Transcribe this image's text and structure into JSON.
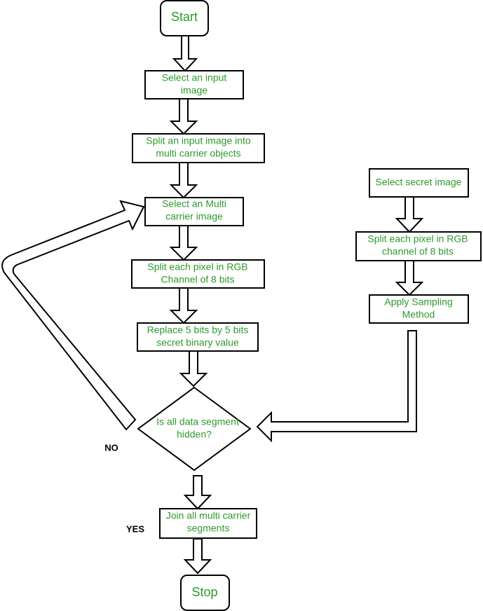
{
  "nodes": {
    "start": "Start",
    "select_input": [
      "Select an input",
      "image"
    ],
    "split_input": [
      "Split an input image into",
      "multi carrier objects"
    ],
    "select_multi": [
      "Select an Multi",
      "carrier image"
    ],
    "split_pixel": [
      "Split each pixel in RGB",
      "Channel of 8 bits"
    ],
    "replace_bits": [
      "Replace 5 bits by 5 bits",
      "secret binary value"
    ],
    "decision": [
      "Is all data segment",
      "hidden?"
    ],
    "join": [
      "Join all multi carrier",
      "segments"
    ],
    "stop": "Stop",
    "select_secret": "Select secret image",
    "split_secret": [
      "Split each pixel in RGB",
      "channel of 8 bits"
    ],
    "sampling": [
      "Apply Sampling",
      "Method"
    ]
  },
  "edge_labels": {
    "no": "NO",
    "yes": "YES"
  }
}
